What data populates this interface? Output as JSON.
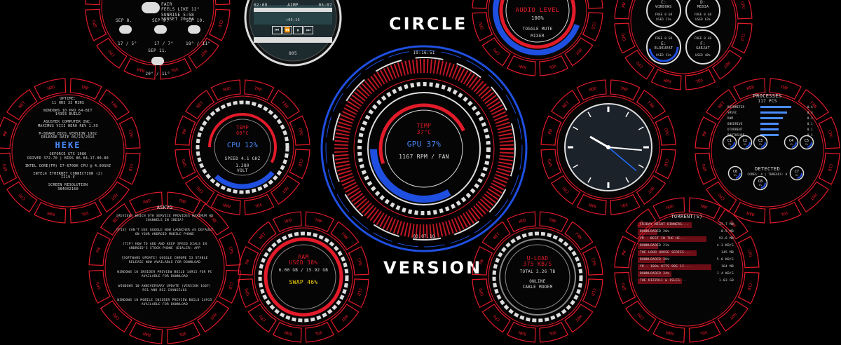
{
  "theme": {
    "red": "#e21b2a",
    "blue": "#1f4fe0",
    "white": "#ffffff",
    "dark": "#0a0a0a"
  },
  "ring_labels": [
    "CLD",
    "HOT",
    "VOL",
    "RAM",
    "CPU",
    "GPU",
    "PW",
    "NET",
    "HDD",
    "TMP",
    "FAN",
    "CPU"
  ],
  "header": {
    "circle": "CIRCLE",
    "version": "VERSION"
  },
  "weather": {
    "line1": "FAIR",
    "line2": "FEELS LIKE 12°",
    "sunrise": "SUNRISE 5:58",
    "sunset": "SUNSET 20:04",
    "days": [
      {
        "name": "SEP 8.",
        "temp": "17 / 5°"
      },
      {
        "name": "SEP 9.",
        "temp": "17 / 7°"
      },
      {
        "name": "SEP 10.",
        "temp": "18° / 11°"
      }
    ],
    "day4": {
      "name": "SEP 11.",
      "temp": "20° / 11°"
    }
  },
  "player": {
    "elapsed": "02:09",
    "title": "AIMP",
    "total": "05:07",
    "time2": "+05:15",
    "status": "805"
  },
  "audio": {
    "title": "AUDIO LEVEL",
    "value": "100%",
    "toggle": "TOGGLE MUTE",
    "mixer": "MIXER"
  },
  "drives": {
    "c": {
      "name": "C:",
      "label": "WINDOWS"
    },
    "d": {
      "name": "D:",
      "label": "MEDIA"
    },
    "e": {
      "name": "E:",
      "label": "ELOKUVAT"
    },
    "f": {
      "name": "F:",
      "label": "SARJAT"
    },
    "free_c": "FREE 0 GB",
    "used_c": "USED 21%",
    "free_d": "FREE 0 GB",
    "used_d": "USED 63%",
    "free_e": "FREE 0 GB",
    "used_e": "USED 53%",
    "free_f": "FREE 0 GB",
    "used_f": "USED 40%"
  },
  "sysinfo": {
    "lines": [
      "UPTIME:",
      "11 HRS 33 MINS",
      "",
      "WINDOWS 10 PRO 64-BIT",
      "14393 BUILD",
      "",
      "ASUSTEK COMPUTER INC.",
      "MAXIMUS VIII HERO REV 1.XX",
      "",
      "M-BOARD BIOS VERSION 1902",
      "RELEASE DATE 05/23/2016"
    ],
    "hostname": "HEKE",
    "lines2": [
      "GEFORCE GTX 1080",
      "DRIVER 372.70 | BIOS 86.04.17.00.80",
      "",
      "INTEL CORE(TM) I7-6700K CPU @ 4.00GHZ",
      "",
      "INTEL® ETHERNET CONNECTION (2)",
      "I219-V",
      "",
      "SCREEN RESOLUTION",
      "3840X2160"
    ]
  },
  "cpu": {
    "temp_label": "TEMP",
    "temp": "60°C",
    "usage": "CPU 12%",
    "speed": "SPEED 4.1 GHZ",
    "voltage": "1.280",
    "volt_label": "VOLT"
  },
  "gpu": {
    "time": "19:16:51",
    "temp_label": "TEMP",
    "temp": "37°C",
    "usage": "GPU 37%",
    "fan": "1167 RPM / FAN",
    "date": "03.07.16"
  },
  "clock": {
    "hour_angle": 300,
    "minute_angle": 95,
    "second_angle": 130
  },
  "processes": {
    "title": "PROCESSES",
    "count": "117 PCS",
    "rows": [
      {
        "name": "RAINMETER",
        "val": "0.4"
      },
      {
        "name": "SMSVC",
        "val": "0.3"
      },
      {
        "name": "DWM",
        "val": "0.2"
      },
      {
        "name": "ONEDRIVE",
        "val": "0.1"
      },
      {
        "name": "UTORRENT",
        "val": "0.1"
      },
      {
        "name": "PHOTOSHOP",
        "val": "0.1"
      }
    ],
    "cores": [
      "C1",
      "C2",
      "C3",
      "C4",
      "C5",
      "C6",
      "C7",
      "C8"
    ],
    "core_vals": [
      "7%",
      "3%",
      "9%",
      "4%",
      "2%",
      "6%",
      "5%",
      "8%"
    ],
    "detected": "DETECTED",
    "cores_txt": "CORES: 4",
    "threads_txt": "THREADS: 8"
  },
  "rss": {
    "title": "ASKVG",
    "items": [
      "[REVIEW] WHICH OTH SERVICE PROVIDES MAXIMUM HD CHANNELS IN INDIA?",
      "[FIX] CAN'T USE GOOGLE NOW LAUNCHER AS DEFAULT ON YOUR ANDROID MOBILE PHONE",
      "[TIP] HOW TO ADD AND KEEP SPEED DIALS IN ANDROID'S STOCK PHONE (DIALER) APP",
      "[SOFTWARE UPDATE] GOOGLE CHROME 53 STABLE RELEASE NOW AVAILABLE FOR DOWNLOAD",
      "WINDOWS 10 INSIDER PREVIEW BUILD 14915 FOR PC AVAILABLE FOR DOWNLOAD",
      "WINDOWS 10 ANNIVERSARY UPDATE (VERSION 1607) RS1 AND RS2 CHANGELOG",
      "WINDOWS 10 MOBILE INSIDER PREVIEW BUILD 14915 AVAILABLE FOR DOWNLOAD"
    ]
  },
  "ram": {
    "title": "RAM",
    "used": "USED 38%",
    "amount": "6.00 GB / 15.92 GB",
    "swap": "SWAP 46%"
  },
  "network": {
    "title": "U-LOAD",
    "speed": "375 KB/S",
    "total": "TOTAL 2.26 TB",
    "status": "ONLINE",
    "device": "CABLE MODEM"
  },
  "torrents": {
    "title": "TORRENT(S)",
    "rows": [
      {
        "name": "FRIDAY NIGHT DINNERS...",
        "size": "17.7 MB",
        "pct": 0.55
      },
      {
        "name": "DOWNLOADED 20%",
        "size": "0.5 MB",
        "pct": 0.2
      },
      {
        "name": "YR - BEST IN THE HE...",
        "size": "92.6 MB",
        "pct": 0.7
      },
      {
        "name": "DOWNLOADED 21%",
        "size": "4.3 KB/S",
        "pct": 0.21
      },
      {
        "name": "THE LOUD HOUSE SERIES...",
        "size": "145 MB",
        "pct": 0.6
      },
      {
        "name": "DOWNLOADED 28%",
        "size": "5.0 KB/S",
        "pct": 0.28
      },
      {
        "name": "YR - 100% HITS 90S 12...",
        "size": "164 MB",
        "pct": 0.75
      },
      {
        "name": "DOWNLOADED 34%",
        "size": "1.4 KB/S",
        "pct": 0.34
      },
      {
        "name": "THE RIZZOLI & ISLES...",
        "size": "1.03 GB",
        "pct": 0.45
      }
    ]
  }
}
